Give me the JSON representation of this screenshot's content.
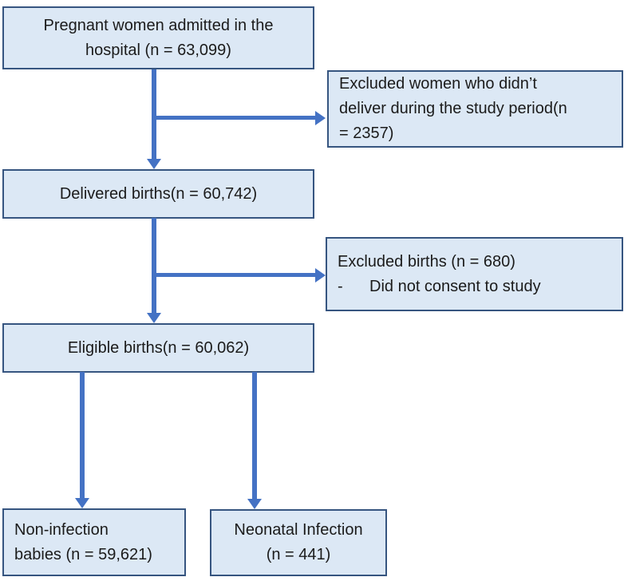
{
  "flowchart": {
    "admitted": {
      "lines": [
        "Pregnant women admitted in the",
        "hospital (n = 63,099)"
      ]
    },
    "excluded_not_delivered": {
      "lines": [
        "Excluded women who didn’t",
        "deliver during the study period(n",
        "= 2357)"
      ]
    },
    "delivered": {
      "label": "Delivered births(n = 60,742)"
    },
    "excluded_births": {
      "title": "Excluded births (n = 680)",
      "bullet_dash": "-",
      "bullet_text": "Did not consent to study"
    },
    "eligible": {
      "label": "Eligible births(n = 60,062)"
    },
    "non_infection": {
      "lines": [
        "Non-infection",
        "babies (n = 59,621)"
      ]
    },
    "neonatal_infection": {
      "lines": [
        "Neonatal Infection",
        "(n = 441)"
      ]
    }
  },
  "colors": {
    "box_fill": "#dce8f5",
    "box_border": "#365580",
    "arrow": "#4472c4",
    "text": "#1b1b1b",
    "background": "#ffffff"
  }
}
